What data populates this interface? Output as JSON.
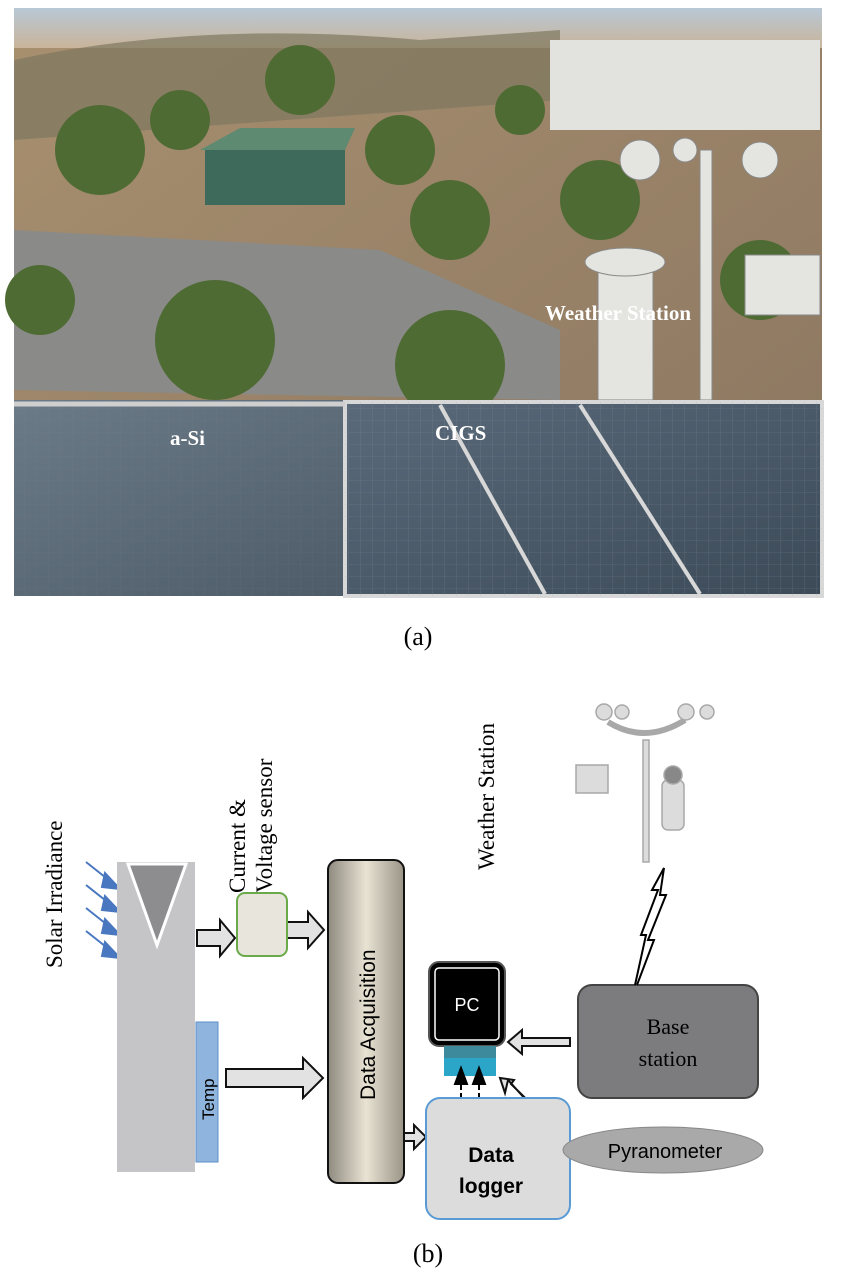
{
  "panel_a": {
    "caption": "(a)",
    "labels": {
      "asi": "a-Si",
      "cigs": "CIGS",
      "weather_station": "Weather Station"
    }
  },
  "panel_b": {
    "caption": "(b)",
    "labels": {
      "solar_irradiance": "Solar Irradiance",
      "current_line1": "Current &",
      "current_line2": "Voltage sensor",
      "weather_station": "Weather Station",
      "temp": "Temp",
      "data_acquisition": "Data Acquisition",
      "pc": "PC",
      "base_line1": "Base",
      "base_line2": "station",
      "logger_line1": "Data",
      "logger_line2": "logger",
      "pyranometer": "Pyranometer"
    }
  },
  "colors": {
    "irradiance": "#4a78c0",
    "sensor_border": "#6aaa4a",
    "temp": "#8fb4de",
    "pc_port": "#2ba6c9",
    "logger_border": "#5b9bd5"
  }
}
